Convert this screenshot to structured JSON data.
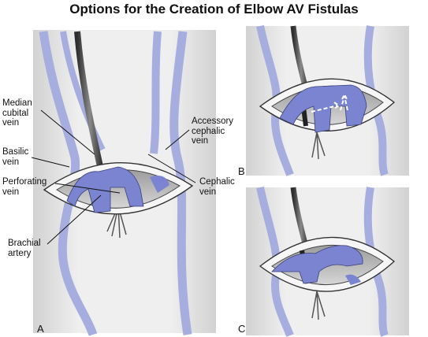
{
  "title": "Options for the Creation of Elbow AV Fistulas",
  "panels": [
    {
      "letter": "A"
    },
    {
      "letter": "B"
    },
    {
      "letter": "C"
    }
  ],
  "labels": {
    "median_cubital": "Median\ncubital\nvein",
    "basilic": "Basilic\nvein",
    "perforating": "Perforating\nvein",
    "brachial": "Brachial\nartery",
    "accessory_cephalic": "Accessory\ncephalic\nvein",
    "cephalic": "Cephalic\nvein"
  },
  "colors": {
    "vein": "#7b84d0",
    "vein_light": "#aab0e2",
    "skin": "#e6e6e6",
    "artery": "#4a4a4a",
    "outline": "#333333"
  }
}
